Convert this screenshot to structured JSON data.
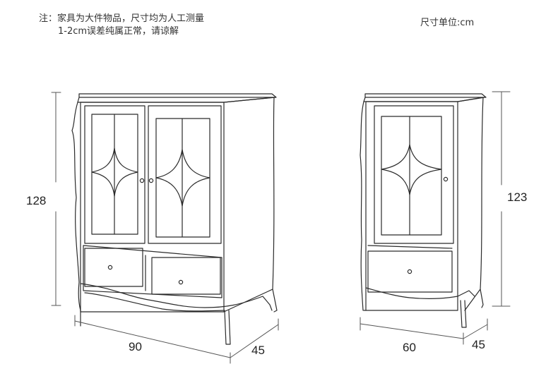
{
  "note": {
    "line1": "注：家具为大件物品，尺寸均为人工测量",
    "line2": "1-2cm误差纯属正常，请谅解"
  },
  "unit_label": "尺寸单位:cm",
  "views": {
    "front": {
      "height": "128",
      "width": "90",
      "depth": "45"
    },
    "side": {
      "height": "123",
      "width": "60",
      "depth": "45"
    }
  },
  "colors": {
    "line": "#2b2b2b",
    "dimension_line": "#555555",
    "text": "#333333"
  }
}
